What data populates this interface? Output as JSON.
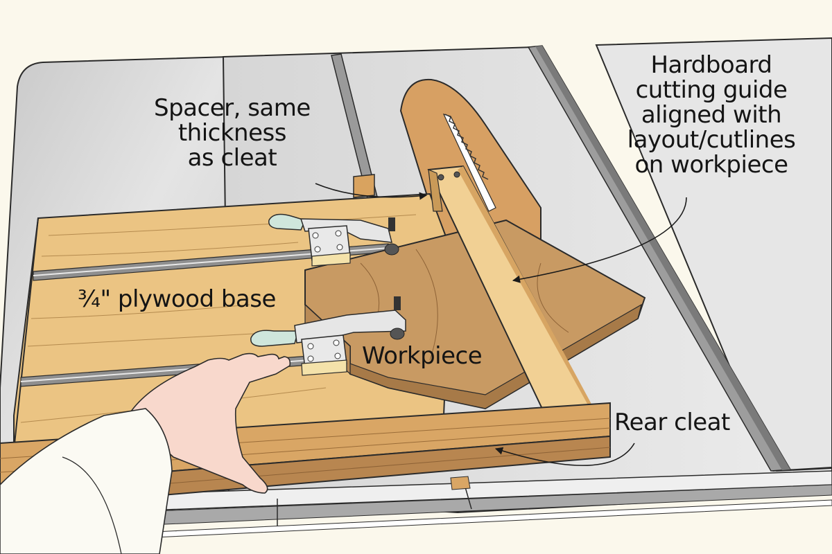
{
  "figure": {
    "subject": "Table saw sled with toggle clamps and hardboard cutting guide",
    "colors": {
      "background": "#fbf8ec",
      "table_steel": "#d9d9d9",
      "miter_slot": "#9a9a9a",
      "plywood": "#e9c07d",
      "workpiece": "#c99b62",
      "guide": "#f0cf90",
      "clamp_metal": "#e6e6e6",
      "clamp_handle": "#cfe6dc",
      "hand_skin": "#f8d8cc",
      "sleeve": "#fbfaf3",
      "outline": "#2a2a2a"
    }
  },
  "labels": {
    "spacer": {
      "line1": "Spacer, same",
      "line2": "thickness",
      "line3": "as cleat"
    },
    "guide": {
      "line1": "Hardboard",
      "line2": "cutting guide",
      "line3": "aligned with",
      "line4": "layout/cutlines",
      "line5": "on workpiece"
    },
    "base": "¾\" plywood base",
    "workpiece": "Workpiece",
    "rear_cleat": "Rear cleat"
  }
}
